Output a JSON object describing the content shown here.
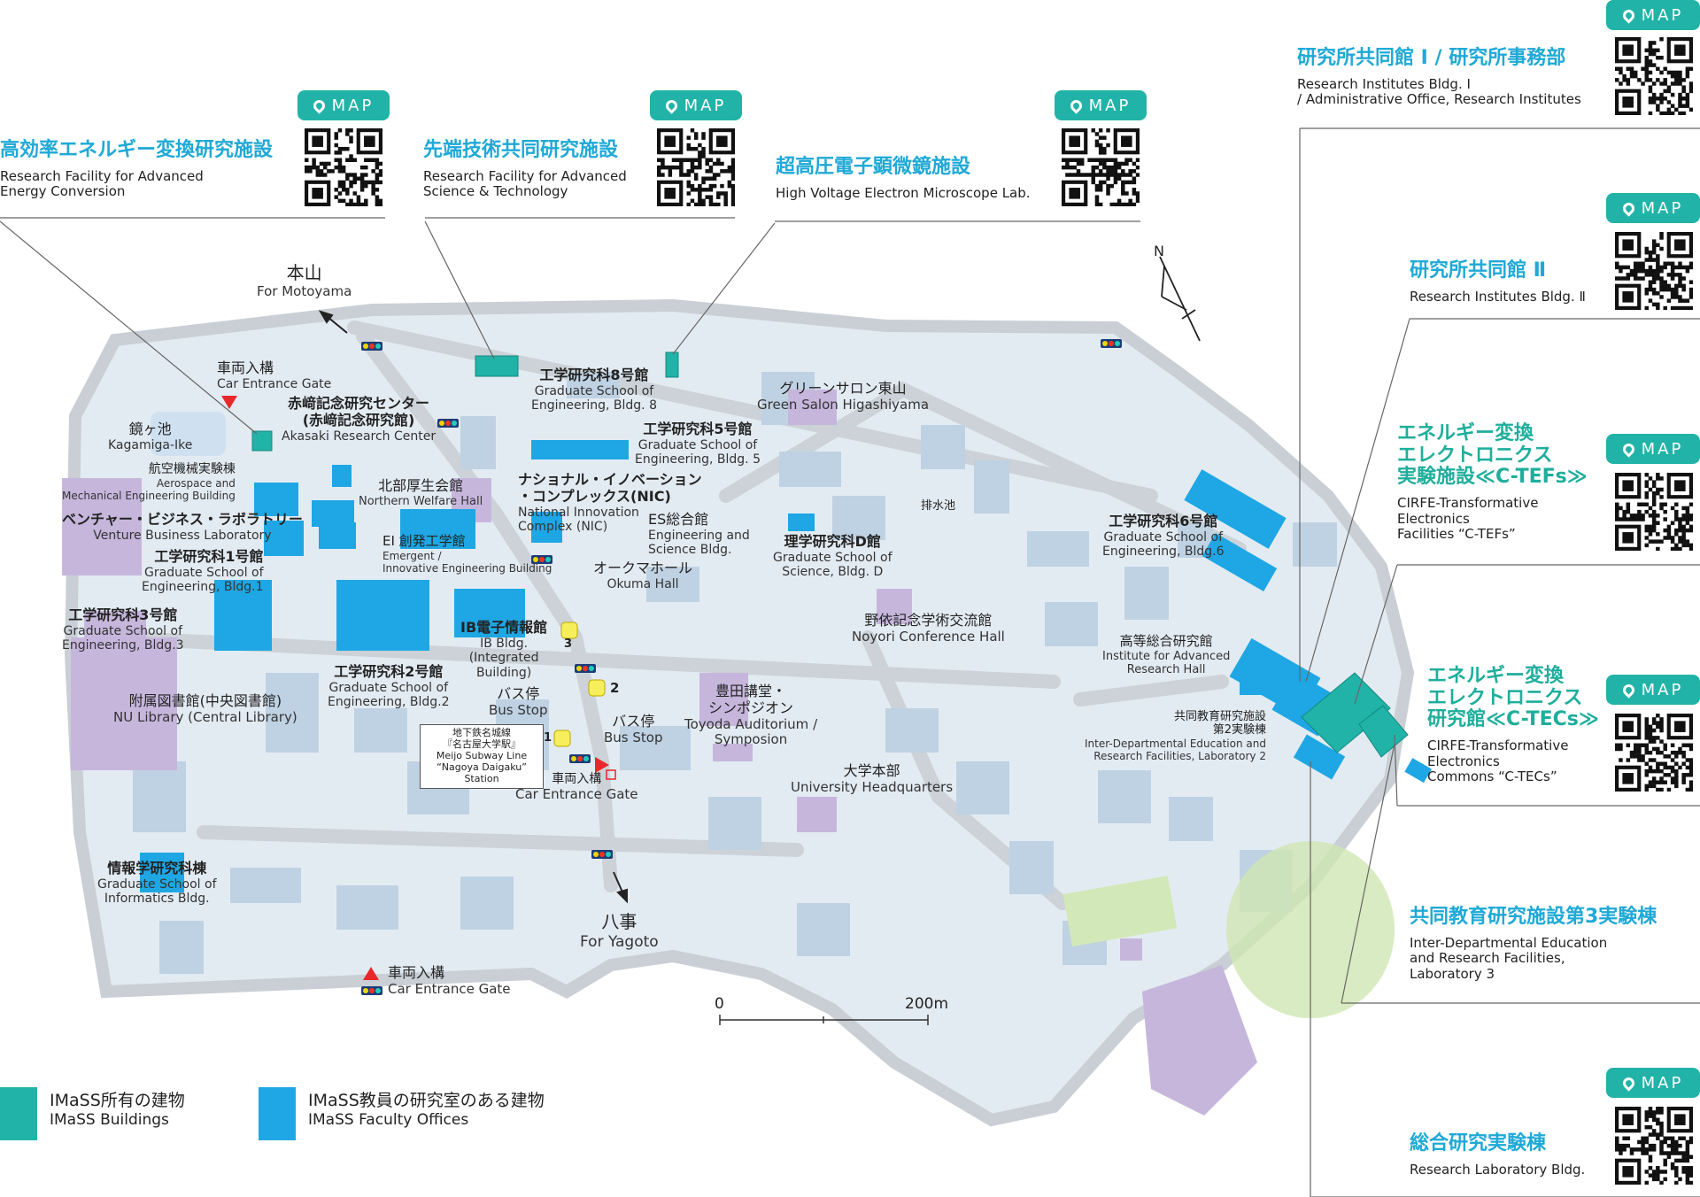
{
  "map_button_label": "MAP",
  "north_label": "N",
  "colors": {
    "teal": "#21b3a7",
    "imass_blue": "#1ea7e4",
    "purple": "#c5b5db",
    "campus": "#e4ecf3",
    "road": "#cdd3d8",
    "green": "#cfe8b4"
  },
  "legend": [
    {
      "ja": "IMaSS所有の建物",
      "en": "IMaSS Buildings",
      "color": "#21b3a7"
    },
    {
      "ja": "IMaSS教員の研究室のある建物",
      "en": "IMaSS Faculty Offices",
      "color": "#1ea7e4"
    }
  ],
  "scale": {
    "zero": "0",
    "max": "200m"
  },
  "callouts": [
    {
      "id": "energy_conversion",
      "ja": "高効率エネルギー変換研究施設",
      "en": "Research Facility for Advanced\nEnergy Conversion"
    },
    {
      "id": "advanced_tech",
      "ja": "先端技術共同研究施設",
      "en": "Research Facility for Advanced\nScience & Technology"
    },
    {
      "id": "hv_microscope",
      "ja": "超高圧電子顕微鏡施設",
      "en": "High Voltage Electron Microscope Lab."
    },
    {
      "id": "ri_bldg1",
      "ja": "研究所共同館 Ⅰ / 研究所事務部",
      "en": "Research Institutes Bldg. Ⅰ\n/ Administrative Office, Research Institutes"
    },
    {
      "id": "ri_bldg2",
      "ja": "研究所共同館 Ⅱ",
      "en": "Research Institutes Bldg. Ⅱ"
    },
    {
      "id": "ctefs",
      "ja": "エネルギー変換\nエレクトロニクス\n実験施設≪C-TEFs≫",
      "en": "CIRFE-Transformative\nElectronics\nFacilities “C-TEFs”"
    },
    {
      "id": "ctecs",
      "ja": "エネルギー変換\nエレクトロニクス\n研究館≪C-TECs≫",
      "en": "CIRFE-Transformative\nElectronics\nCommons “C-TECs”"
    },
    {
      "id": "lab3",
      "ja": "共同教育研究施設第3実験棟",
      "en": "Inter-Departmental Education\nand Research Facilities,\nLaboratory 3"
    },
    {
      "id": "research_lab",
      "ja": "総合研究実験棟",
      "en": "Research Laboratory Bldg."
    }
  ],
  "labels": {
    "motoyama_ja": "本山",
    "motoyama_en": "For Motoyama",
    "yagoto_ja": "八事",
    "yagoto_en": "For Yagoto",
    "gate1_ja": "車両入構",
    "gate1_en": "Car Entrance Gate",
    "gate2_ja": "車両入構",
    "gate2_en": "Car Entrance Gate",
    "gate3_ja": "車両入構",
    "gate3_en": "Car Entrance Gate",
    "kagami_ja": "鏡ヶ池",
    "kagami_en": "Kagamiga-Ike",
    "aero_ja": "航空機械実験棟",
    "aero_en": "Aerospace and\nMechanical Engineering Building",
    "vbl_ja": "ベンチャー・ビジネス・ラボラトリー",
    "vbl_en": "Venture Business Laboratory",
    "eng1_ja": "工学研究科1号館",
    "eng1_en": "Graduate School of\nEngineering, Bldg.1",
    "eng3_ja": "工学研究科3号館",
    "eng3_en": "Graduate School of\nEngineering, Bldg.3",
    "eng2_ja": "工学研究科2号館",
    "eng2_en": "Graduate School of\nEngineering, Bldg.2",
    "library_ja": "附属図書館(中央図書館)",
    "library_en": "NU Library (Central Library)",
    "informatics_ja": "情報学研究科棟",
    "informatics_en": "Graduate School of\nInformatics Bldg.",
    "akasaki_ja": "赤﨑記念研究センター\n(赤﨑記念研究館)",
    "akasaki_en": "Akasaki Research Center",
    "welfare_ja": "北部厚生会館",
    "welfare_en": "Northern Welfare Hall",
    "ei_ja": "EI 創発工学館",
    "ei_en": "Emergent /\nInnovative Engineering Building",
    "eng8_ja": "工学研究科8号館",
    "eng8_en": "Graduate School of\nEngineering, Bldg. 8",
    "eng5_ja": "工学研究科5号館",
    "eng5_en": "Graduate School of\nEngineering, Bldg. 5",
    "nic_ja": "ナショナル・イノベーション\n・コンプレックス(NIC)",
    "nic_en": "National Innovation\nComplex (NIC)",
    "es_ja": "ES総合館",
    "es_en": "Engineering and\nScience Bldg.",
    "okuma_ja": "オークマホール",
    "okuma_en": "Okuma Hall",
    "ib_ja": "IB電子情報館",
    "ib_en": "IB Bldg.\n(Integrated\nBuilding)",
    "busstop1_ja": "バス停",
    "busstop1_en": "Bus Stop",
    "busstop2_ja": "バス停",
    "busstop2_en": "Bus Stop",
    "station_text": "地下鉄名城線\n『名古屋大学駅』\nMeijo Subway Line\n“Nagoya Daigaku” Station",
    "toyoda_ja": "豊田講堂・\nシンポジオン",
    "toyoda_en": "Toyoda Auditorium /\nSymposion",
    "green_ja": "グリーンサロン東山",
    "green_en": "Green Salon Higashiyama",
    "sci_d_ja": "理学研究科D館",
    "sci_d_en": "Graduate School of\nScience, Bldg. D",
    "noyori_ja": "野依記念学術交流館",
    "noyori_en": "Noyori Conference Hall",
    "hq_ja": "大学本部",
    "hq_en": "University Headquarters",
    "pond_ja": "鏡ヶ池",
    "sui_ja": "排水池",
    "eng6_ja": "工学研究科6号館",
    "eng6_en": "Graduate School of\nEngineering, Bldg.6",
    "ias_ja": "高等総合研究館",
    "ias_en": "Institute for Advanced\nResearch Hall",
    "lab2_ja": "共同教育研究施設\n第2実験棟",
    "lab2_en": "Inter-Departmental Education and\nResearch Facilities, Laboratory 2",
    "bus_num_1": "1",
    "bus_num_2": "2",
    "bus_num_3": "3"
  }
}
